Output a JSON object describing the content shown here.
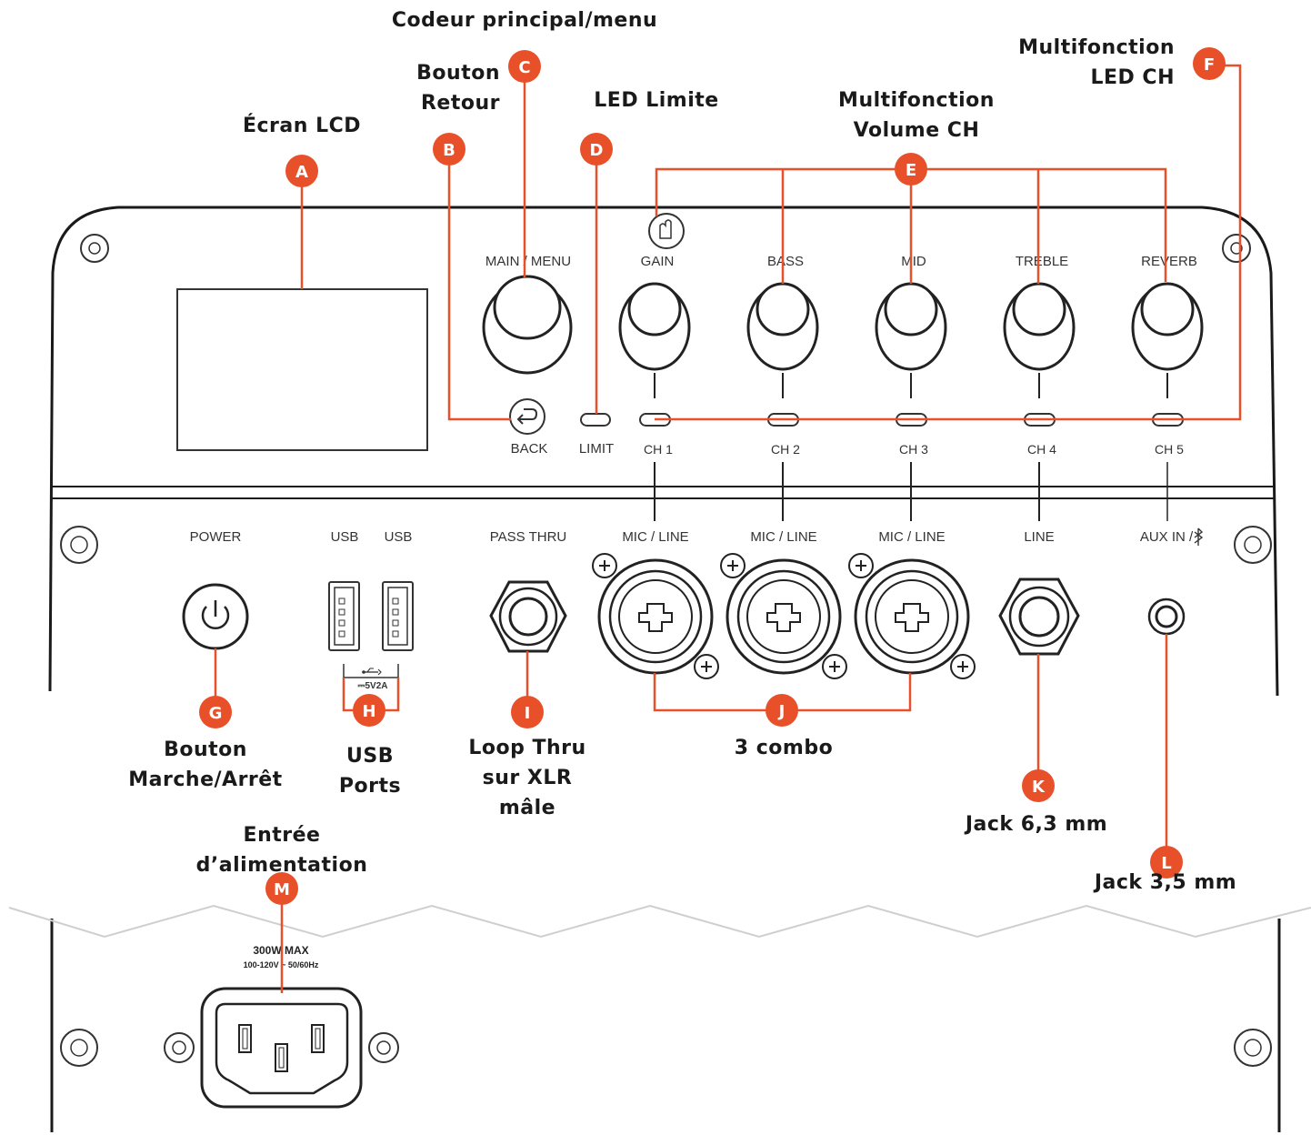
{
  "callouts": {
    "A": {
      "letter": "A",
      "lines": [
        "Écran LCD"
      ]
    },
    "B": {
      "letter": "B",
      "lines": [
        "Bouton",
        "Retour"
      ]
    },
    "C": {
      "letter": "C",
      "lines": [
        "Codeur principal/menu"
      ]
    },
    "D": {
      "letter": "D",
      "lines": [
        "LED Limite"
      ]
    },
    "E": {
      "letter": "E",
      "lines": [
        "Multifonction",
        "Volume CH"
      ]
    },
    "F": {
      "letter": "F",
      "lines": [
        "Multifonction",
        "LED CH"
      ]
    },
    "G": {
      "letter": "G",
      "lines": [
        "Bouton",
        "Marche/Arrêt"
      ]
    },
    "H": {
      "letter": "H",
      "lines": [
        "USB",
        "Ports"
      ]
    },
    "I": {
      "letter": "I",
      "lines": [
        "Loop Thru",
        "sur XLR",
        "mâle"
      ]
    },
    "J": {
      "letter": "J",
      "lines": [
        "3 combo"
      ]
    },
    "K": {
      "letter": "K",
      "lines": [
        "Jack 6,3 mm"
      ]
    },
    "L": {
      "letter": "L",
      "lines": [
        "Jack 3,5 mm"
      ]
    },
    "M": {
      "letter": "M",
      "lines": [
        "Entrée",
        "d’alimentation"
      ]
    }
  },
  "panel": {
    "main_menu": "MAIN / MENU",
    "knobs": [
      "GAIN",
      "BASS",
      "MID",
      "TREBLE",
      "REVERB"
    ],
    "channels": [
      "CH 1",
      "CH 2",
      "CH 3",
      "CH 4",
      "CH 5"
    ],
    "back": "BACK",
    "limit": "LIMIT",
    "power": "POWER",
    "usb1": "USB",
    "usb2": "USB",
    "usb_rating": "5V2A",
    "pass_thru": "PASS THRU",
    "inputs": [
      "MIC / LINE",
      "MIC / LINE",
      "MIC / LINE",
      "LINE",
      "AUX IN /"
    ],
    "mains_rating": "300W MAX",
    "mains_voltage": "100-120V ~ 50/60Hz"
  },
  "colors": {
    "accent": "#e8502a",
    "line": "#1a1a1a",
    "panel_fill": "#ffffff"
  },
  "icons": {
    "power_button": "power-icon",
    "back_button": "back-arrow-icon",
    "aux": "bluetooth-icon",
    "usb": "usb-icon"
  }
}
